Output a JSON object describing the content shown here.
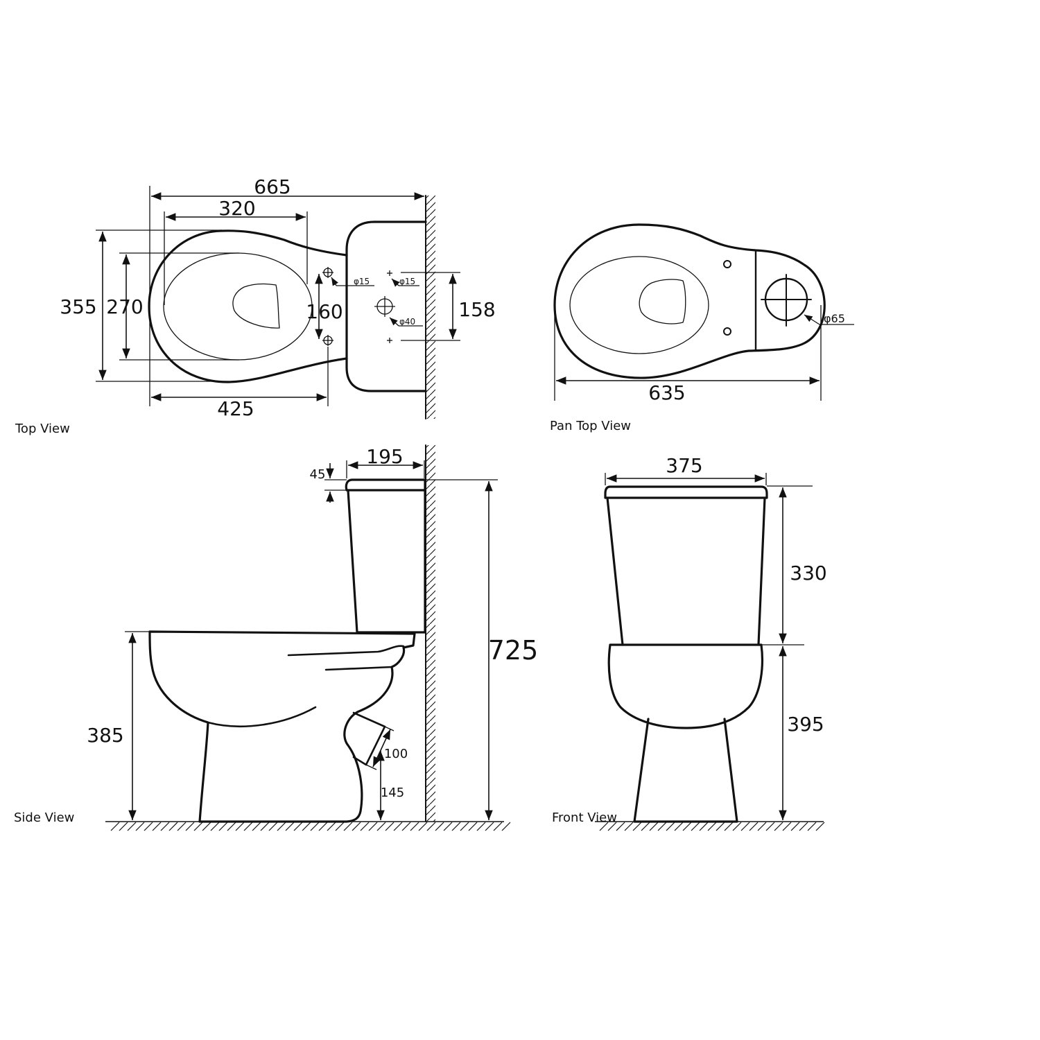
{
  "views": {
    "top": "Top View",
    "pan_top": "Pan Top View",
    "side": "Side View",
    "front": "Front View"
  },
  "dims": {
    "top": {
      "overall_length": "665",
      "seat_length": "320",
      "overall_width": "355",
      "seat_width": "270",
      "bolt_spacing": "160",
      "tank_hole_spacing": "158",
      "pan_to_bolts": "425",
      "phi_bolt": "φ15",
      "phi_inlet": "φ15",
      "phi_flush": "φ40"
    },
    "pan_top": {
      "length": "635",
      "phi_outlet": "φ65"
    },
    "side": {
      "tank_depth": "195",
      "lid_thickness": "45",
      "total_height": "725",
      "bowl_height": "385",
      "outlet_diameter": "100",
      "outlet_height": "145"
    },
    "front": {
      "width": "375",
      "tank_height": "330",
      "bowl_height": "395"
    }
  }
}
